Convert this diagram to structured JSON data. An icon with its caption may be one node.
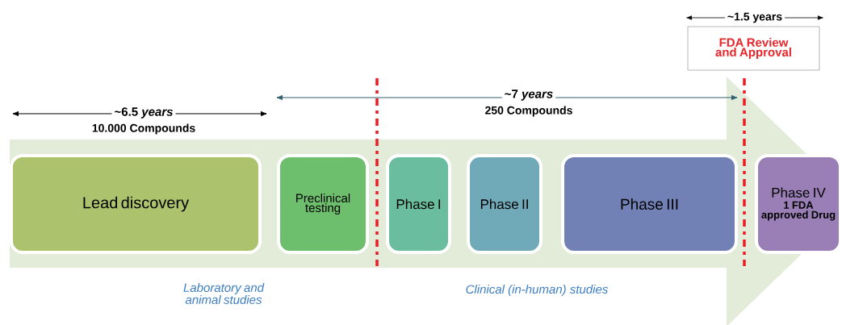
{
  "diagram": {
    "nodes": [
      {
        "text": [
          "Lead discovery"
        ]
      },
      {
        "text": [
          "Preclinical testing"
        ]
      },
      {
        "text": [
          "Phase I"
        ]
      },
      {
        "text": [
          "Phase II"
        ]
      },
      {
        "text": [
          "Phase III"
        ]
      },
      {
        "text": [
          "Phase IV",
          "1 FDA approved Drug"
        ]
      },
      {
        "text": [
          "FDA Review and Approval"
        ]
      }
    ],
    "labels": [
      "~1.5 years",
      "~7 *years*",
      "250 Compounds",
      "~6.5 *years*",
      "10.000 Compounds",
      "Laboratory and animal studies",
      "Clinical (in-human) studies"
    ]
  }
}
